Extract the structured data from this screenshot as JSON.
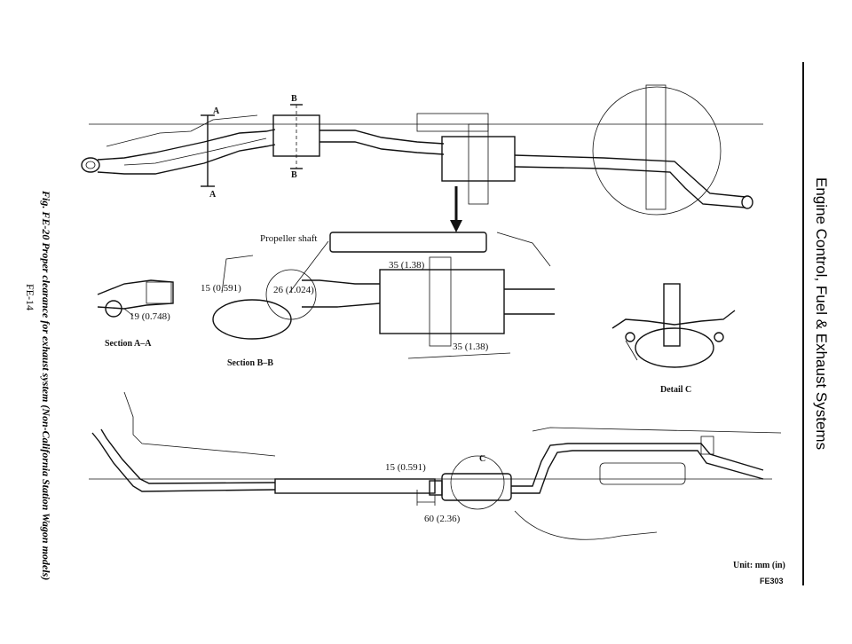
{
  "side_title": "Engine Control, Fuel & Exhaust Systems",
  "caption": "Fig. FE-20 Proper clearance for exhaust system (Non-California Station Wagon models)",
  "page_number": "FE-14",
  "labels": {
    "section_a_top": "A",
    "section_a_bottom": "A",
    "section_b_top": "B",
    "section_b_bottom": "B",
    "propeller_shaft": "Propeller shaft",
    "dim_15_b": "15 (0.591)",
    "dim_26": "26 (1.024)",
    "dim_35_top": "35 (1.38)",
    "dim_35_bottom": "35 (1.38)",
    "dim_19": "19 (0.748)",
    "section_aa": "Section A–A",
    "section_bb": "Section B–B",
    "detail_c": "Detail C",
    "marker_c": "C",
    "dim_15_side": "15 (0.591)",
    "dim_60": "60 (2.36)",
    "unit": "Unit:  mm (in)",
    "fig_code": "FE303"
  },
  "colors": {
    "ink": "#111111",
    "paper": "#ffffff"
  }
}
